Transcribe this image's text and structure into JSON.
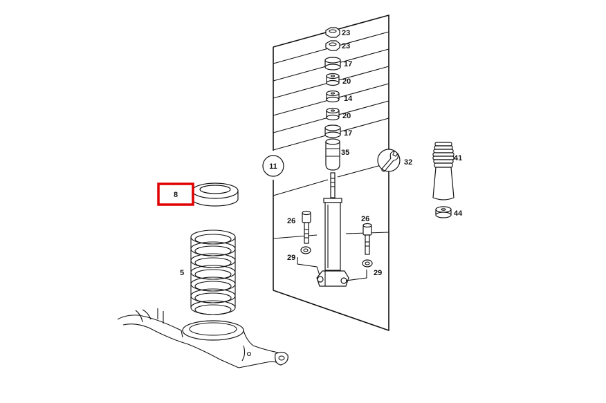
{
  "labels": {
    "p8": "8",
    "p5": "5",
    "p11": "11",
    "p23a": "23",
    "p23b": "23",
    "p17a": "17",
    "p20a": "20",
    "p14": "14",
    "p20b": "20",
    "p17b": "17",
    "p35": "35",
    "p32": "32",
    "p41": "41",
    "p44": "44",
    "p26a": "26",
    "p26b": "26",
    "p29a": "29",
    "p29b": "29"
  },
  "highlight": {
    "part": "8",
    "color": "#e00000"
  },
  "icons": {
    "p32": "wrench-icon"
  }
}
